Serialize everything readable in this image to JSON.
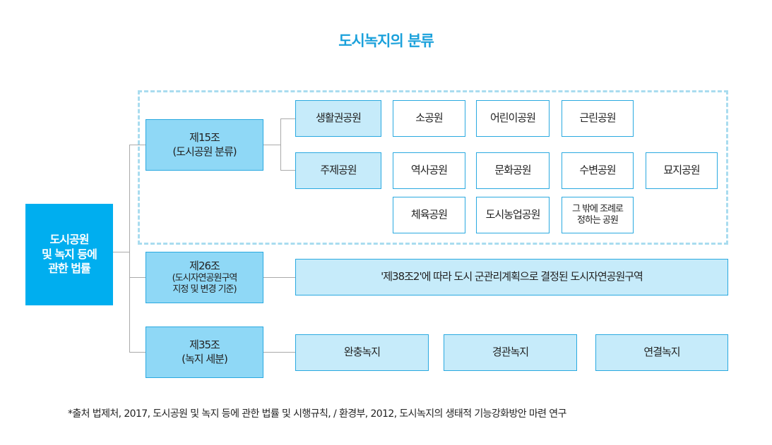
{
  "title": "도시녹지의 분류",
  "root": {
    "line1": "도시공원",
    "line2": "및 녹지 등에",
    "line3": "관한 법률"
  },
  "articles": [
    {
      "line1": "제15조",
      "line2": "(도시공원 분류)"
    },
    {
      "line1": "제26조",
      "line2": "(도시자연공원구역",
      "line3": "지정 및 변경 기준)"
    },
    {
      "line1": "제35조",
      "line2": "(녹지 세분)"
    }
  ],
  "park_categories": {
    "living": {
      "label": "생활권공원",
      "items": [
        "소공원",
        "어린이공원",
        "근린공원"
      ]
    },
    "theme": {
      "label": "주제공원",
      "items": [
        "역사공원",
        "문화공원",
        "수변공원",
        "묘지공원",
        "체육공원",
        "도시농업공원"
      ],
      "other_line1": "그 밖에 조례로",
      "other_line2": "정하는 공원"
    }
  },
  "article26_result": "'제38조2'에 따라 도시 군관리계획으로 결정된 도시자연공원구역",
  "green_types": [
    "완충녹지",
    "경관녹지",
    "연결녹지"
  ],
  "footnote": "*출처  법제처, 2017, 도시공원 및 녹지 등에 관한 법률 및 시행규칙, / 환경부, 2012, 도시녹지의 생태적 기능강화방안 마련 연구",
  "colors": {
    "accent": "#00aeef",
    "article": "#8fd8f6",
    "category": "#c6ebfa",
    "dash": "#a9dcef"
  }
}
